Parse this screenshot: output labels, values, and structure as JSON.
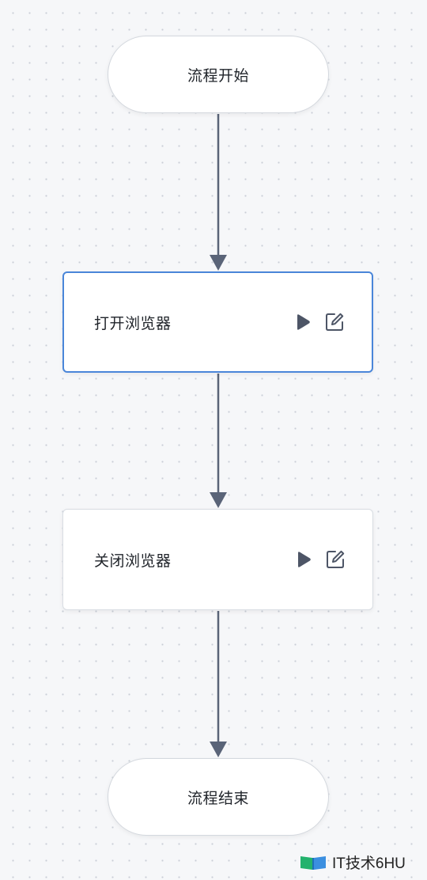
{
  "flow": {
    "start": {
      "label": "流程开始"
    },
    "steps": [
      {
        "label": "打开浏览器",
        "selected": true,
        "run_icon": "play-icon",
        "edit_icon": "edit-icon"
      },
      {
        "label": "关闭浏览器",
        "selected": false,
        "run_icon": "play-icon",
        "edit_icon": "edit-icon"
      }
    ],
    "end": {
      "label": "流程结束"
    }
  },
  "watermark": {
    "text": "IT技术6HU",
    "logo_icon": "book-logo-icon"
  },
  "colors": {
    "canvas_bg": "#f6f7f9",
    "grid_dot": "#c9ced6",
    "connector": "#5a6478",
    "selected_border": "#4a86d9",
    "icon": "#4d5566"
  }
}
